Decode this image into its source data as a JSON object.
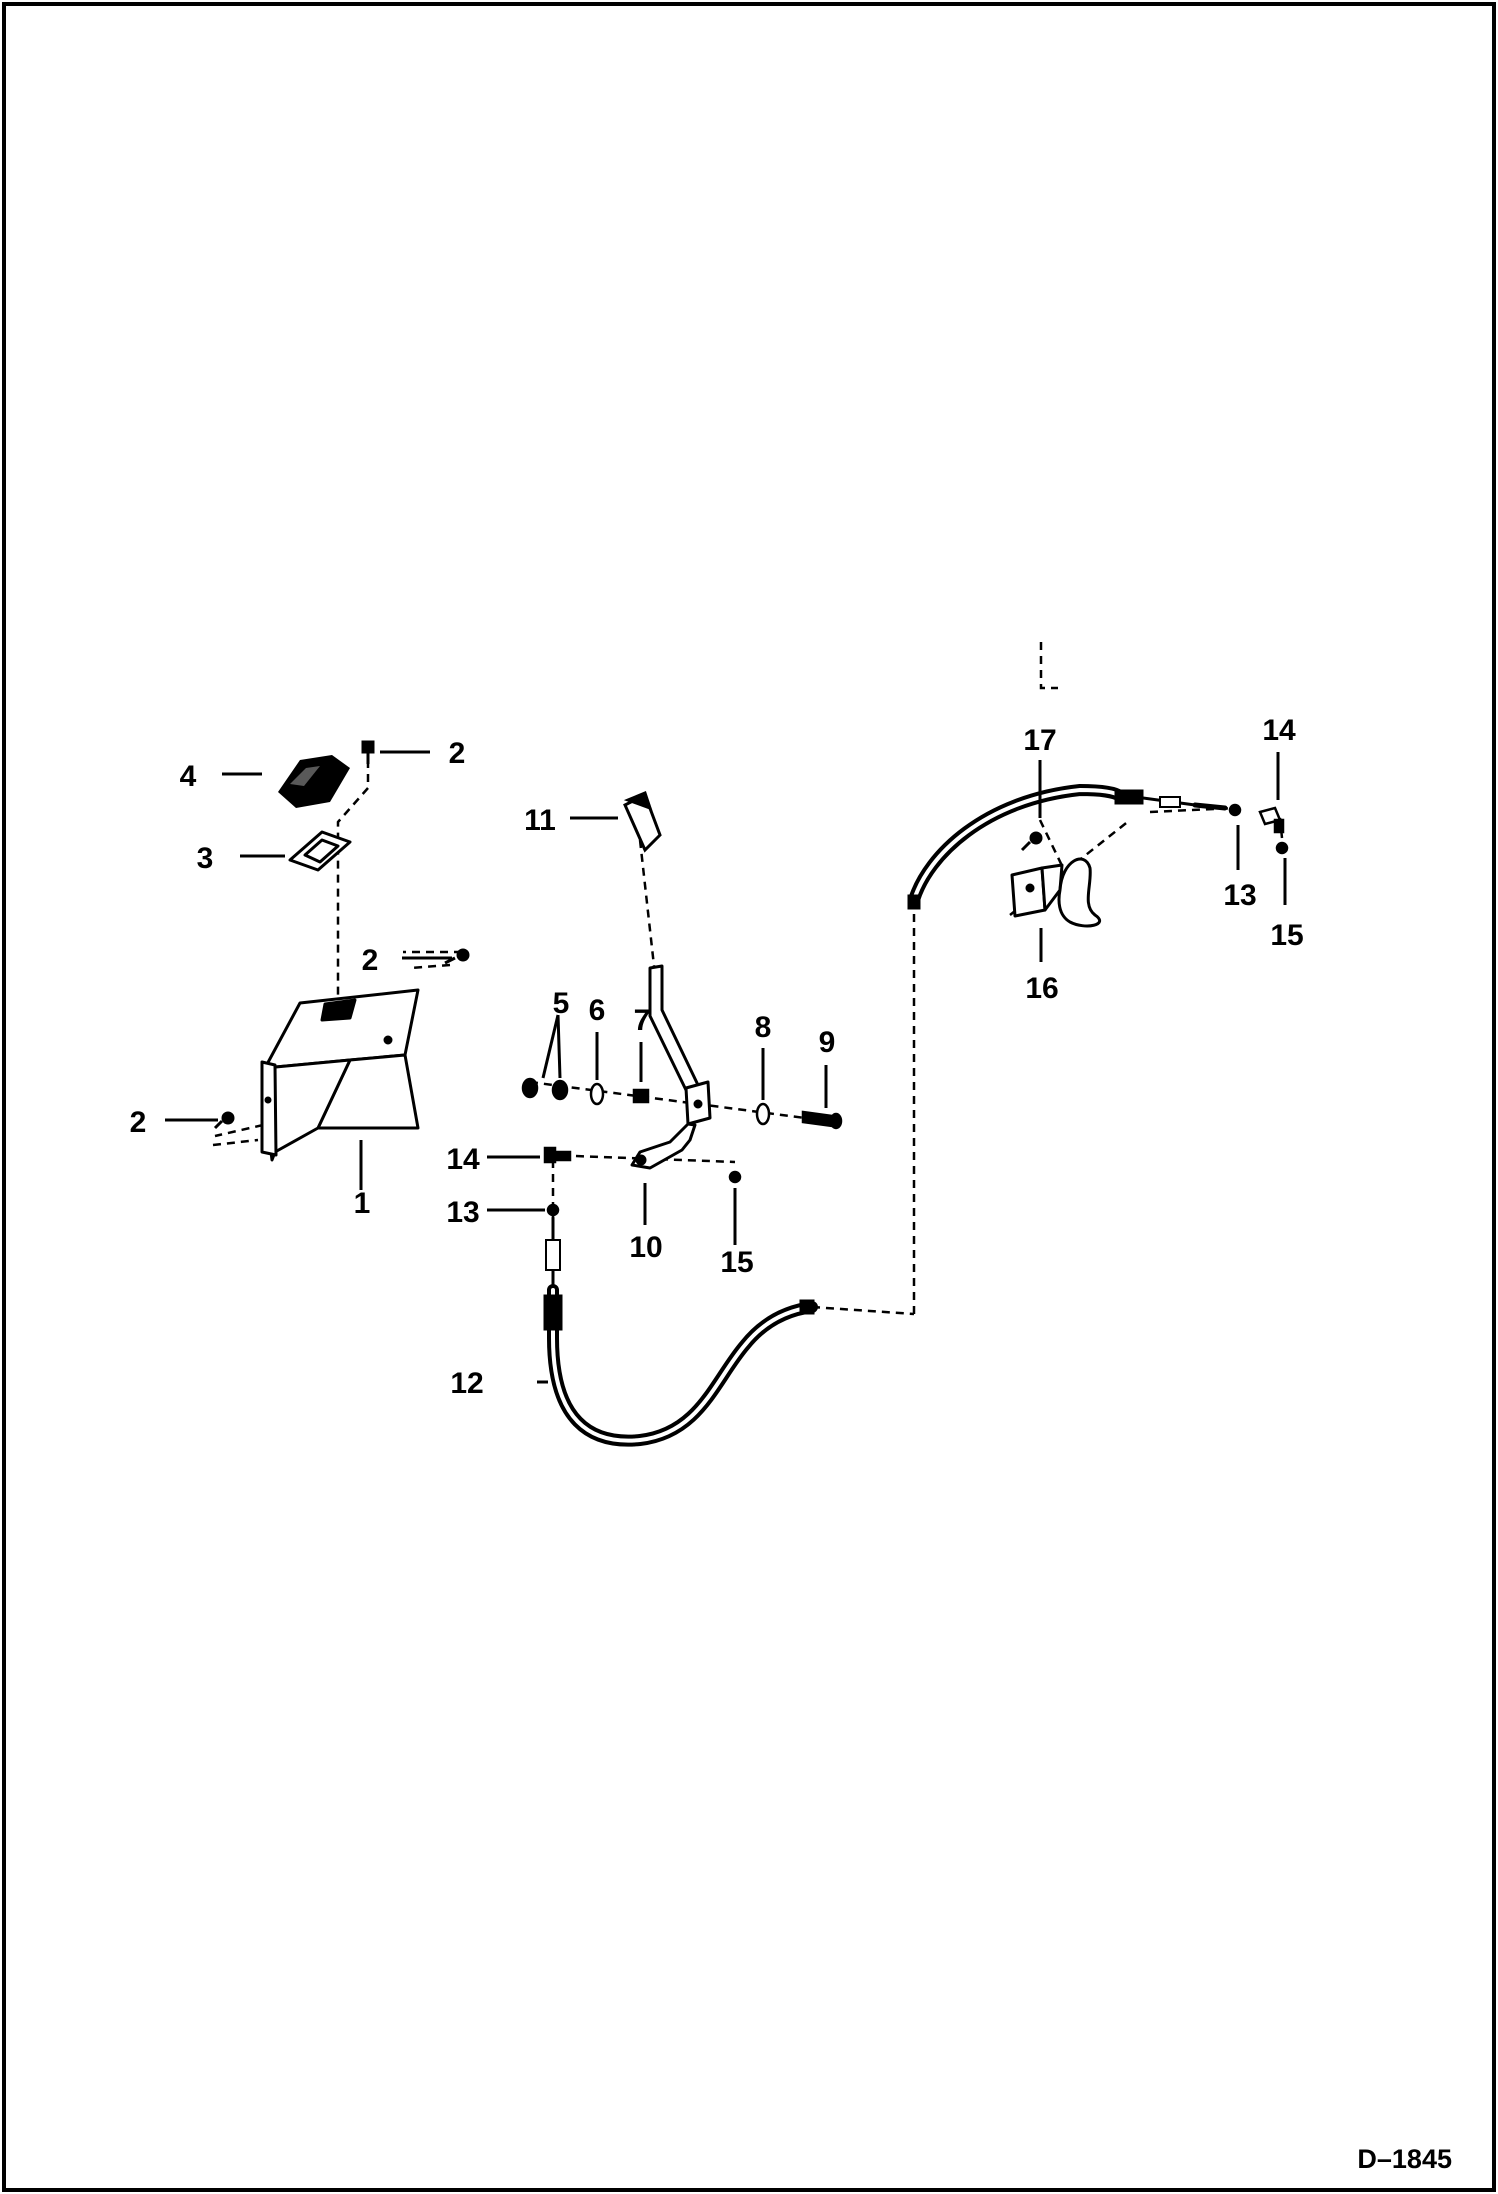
{
  "drawing_number": "D–1845",
  "callouts": [
    {
      "id": "c1",
      "text": "1"
    },
    {
      "id": "c2a",
      "text": "2"
    },
    {
      "id": "c2b",
      "text": "2"
    },
    {
      "id": "c2c",
      "text": "2"
    },
    {
      "id": "c3",
      "text": "3"
    },
    {
      "id": "c4",
      "text": "4"
    },
    {
      "id": "c5",
      "text": "5"
    },
    {
      "id": "c6",
      "text": "6"
    },
    {
      "id": "c7",
      "text": "7"
    },
    {
      "id": "c8",
      "text": "8"
    },
    {
      "id": "c9",
      "text": "9"
    },
    {
      "id": "c10",
      "text": "10"
    },
    {
      "id": "c11",
      "text": "11"
    },
    {
      "id": "c12",
      "text": "12"
    },
    {
      "id": "c13a",
      "text": "13"
    },
    {
      "id": "c13b",
      "text": "13"
    },
    {
      "id": "c14a",
      "text": "14"
    },
    {
      "id": "c14b",
      "text": "14"
    },
    {
      "id": "c15a",
      "text": "15"
    },
    {
      "id": "c15b",
      "text": "15"
    },
    {
      "id": "c16",
      "text": "16"
    },
    {
      "id": "c17",
      "text": "17"
    }
  ]
}
